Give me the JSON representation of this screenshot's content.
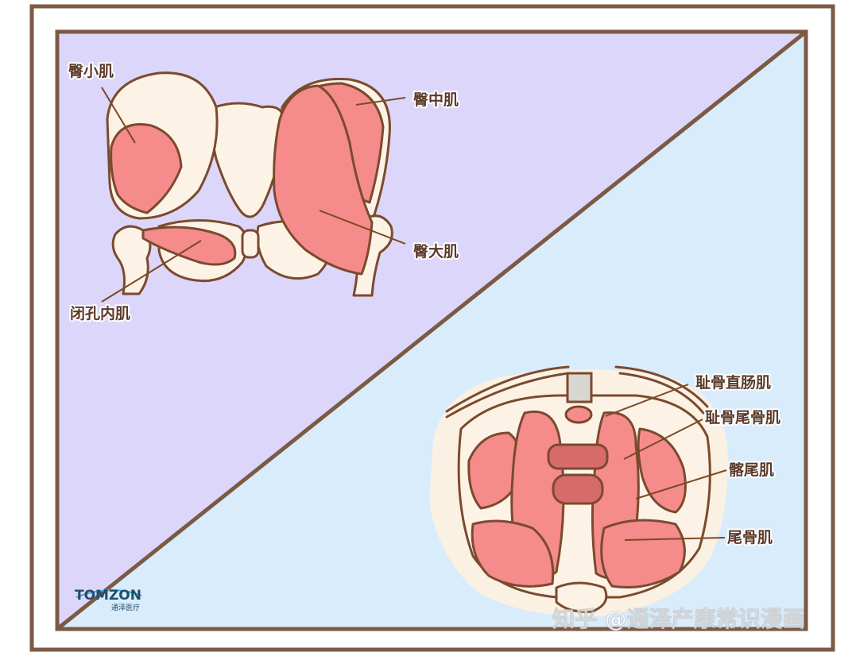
{
  "labels": {
    "gluteus_minimus": "臀小肌",
    "gluteus_medius": "臀中肌",
    "gluteus_maximus": "臀大肌",
    "obturator_internus": "闭孔内肌",
    "pubococcygeus_rectus": "耻骨直肠肌",
    "pubococcygeus": "耻骨尾骨肌",
    "iliococcygeus": "髂尾肌",
    "coccygeus": "尾骨肌"
  },
  "logo": {
    "main": "TOMZON",
    "sub": "通泽医疗"
  },
  "watermark": "知乎 @通泽产康常识漫画",
  "colors": {
    "frame": "#7b5a44",
    "top_panel": "#dcd6fa",
    "bottom_panel": "#d8ecfb",
    "muscle": "#f58b8b",
    "bone": "#fcf3e6"
  }
}
